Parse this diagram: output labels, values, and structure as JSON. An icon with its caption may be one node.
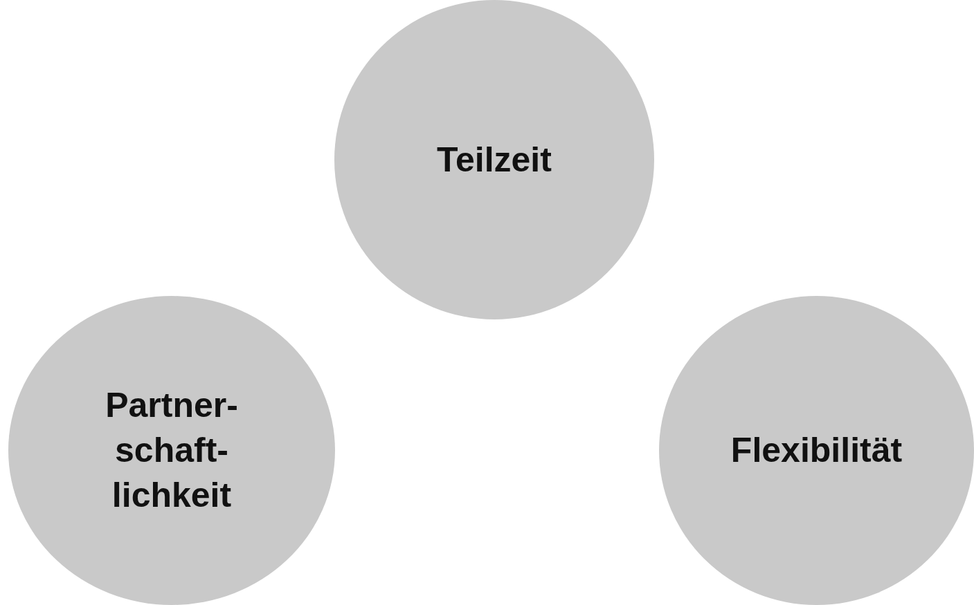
{
  "diagram": {
    "nodes": [
      {
        "text": [
          "Teilzeit"
        ]
      },
      {
        "text": [
          "Partner- schaft- lichkeit"
        ]
      },
      {
        "text": [
          "Flexibilität"
        ]
      }
    ]
  }
}
